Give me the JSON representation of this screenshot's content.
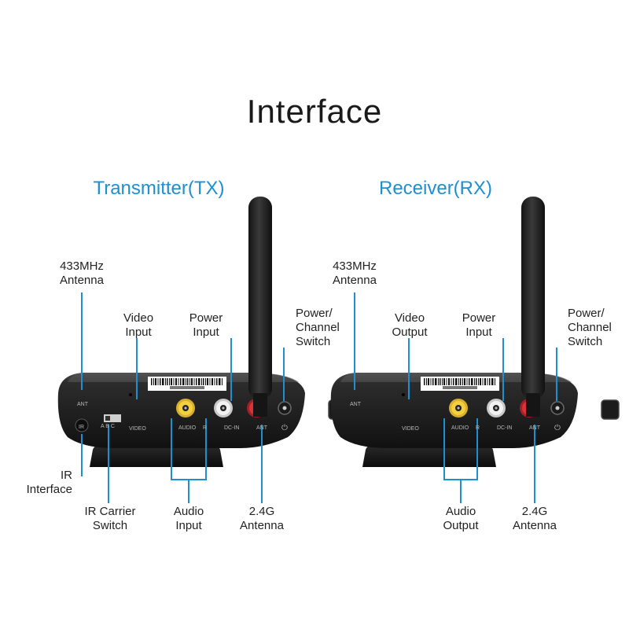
{
  "title": "Interface",
  "transmitter": {
    "heading": "Transmitter(TX)",
    "labels": {
      "antenna433": [
        "433MHz",
        "Antenna"
      ],
      "video": [
        "Video",
        "Input"
      ],
      "power": [
        "Power",
        "Input"
      ],
      "switch": [
        "Power/",
        "Channel",
        "Switch"
      ],
      "ir": [
        "IR",
        "Interface"
      ],
      "ircarrier": [
        "IR Carrier",
        "Switch"
      ],
      "audio": [
        "Audio",
        "Input"
      ],
      "antenna24": [
        "2.4G",
        "Antenna"
      ]
    },
    "panel_text": {
      "ant": "ANT",
      "ir": "IR",
      "abc": "A  B  C",
      "video": "VIDEO",
      "audio": "AUDIO",
      "r": "R",
      "dcin": "DC-IN",
      "ant2": "ANT"
    }
  },
  "receiver": {
    "heading": "Receiver(RX)",
    "labels": {
      "antenna433": [
        "433MHz",
        "Antenna"
      ],
      "video": [
        "Video",
        "Output"
      ],
      "power": [
        "Power",
        "Input"
      ],
      "switch": [
        "Power/",
        "Channel",
        "Switch"
      ],
      "audio": [
        "Audio",
        "Output"
      ],
      "antenna24": [
        "2.4G",
        "Antenna"
      ]
    },
    "panel_text": {
      "ant": "ANT",
      "video": "VIDEO",
      "audio": "AUDIO",
      "r": "R",
      "dcin": "DC-IN",
      "ant2": "ANT"
    }
  }
}
